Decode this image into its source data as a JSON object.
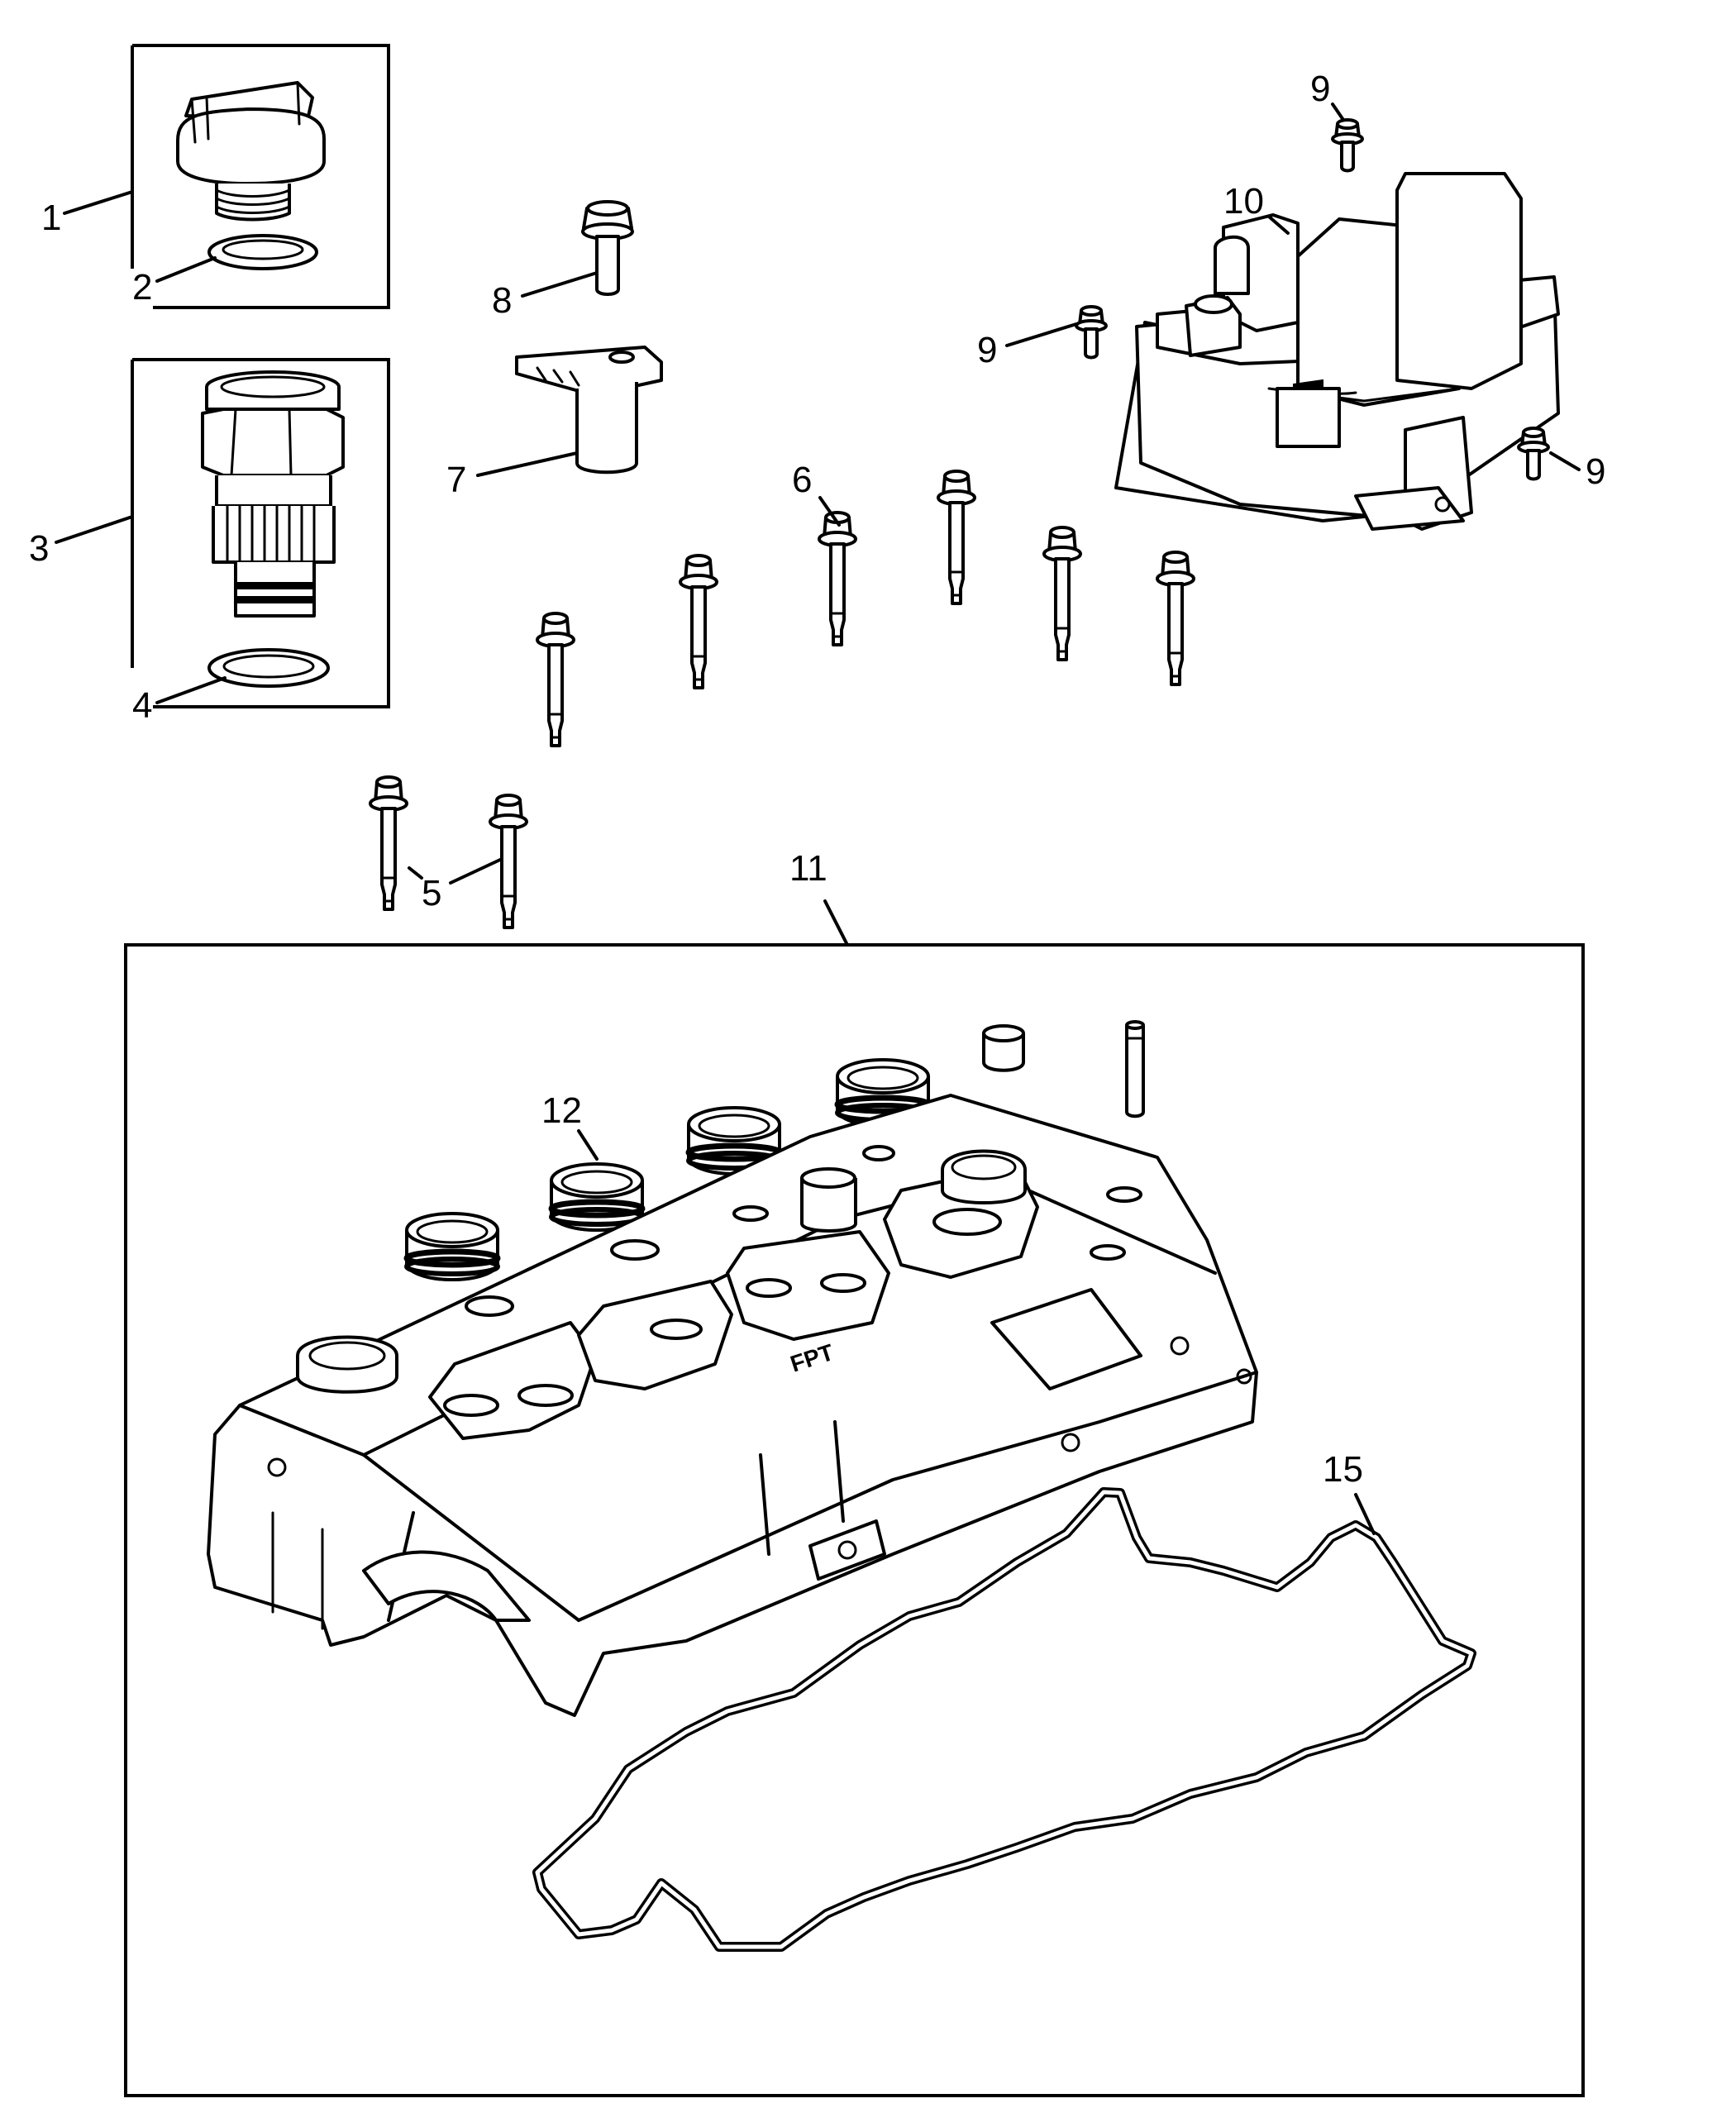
{
  "callouts": [
    {
      "id": "c1",
      "label": "1"
    },
    {
      "id": "c2",
      "label": "2"
    },
    {
      "id": "c3",
      "label": "3"
    },
    {
      "id": "c4",
      "label": "4"
    },
    {
      "id": "c5",
      "label": "5"
    },
    {
      "id": "c6",
      "label": "6"
    },
    {
      "id": "c7",
      "label": "7"
    },
    {
      "id": "c8",
      "label": "8"
    },
    {
      "id": "c9a",
      "label": "9"
    },
    {
      "id": "c9b",
      "label": "9"
    },
    {
      "id": "c9c",
      "label": "9"
    },
    {
      "id": "c10",
      "label": "10"
    },
    {
      "id": "c11",
      "label": "11"
    },
    {
      "id": "c12",
      "label": "12"
    },
    {
      "id": "c15",
      "label": "15"
    }
  ],
  "cover_logo": "FPT",
  "colors": {
    "line": "#000000",
    "background": "#ffffff"
  }
}
